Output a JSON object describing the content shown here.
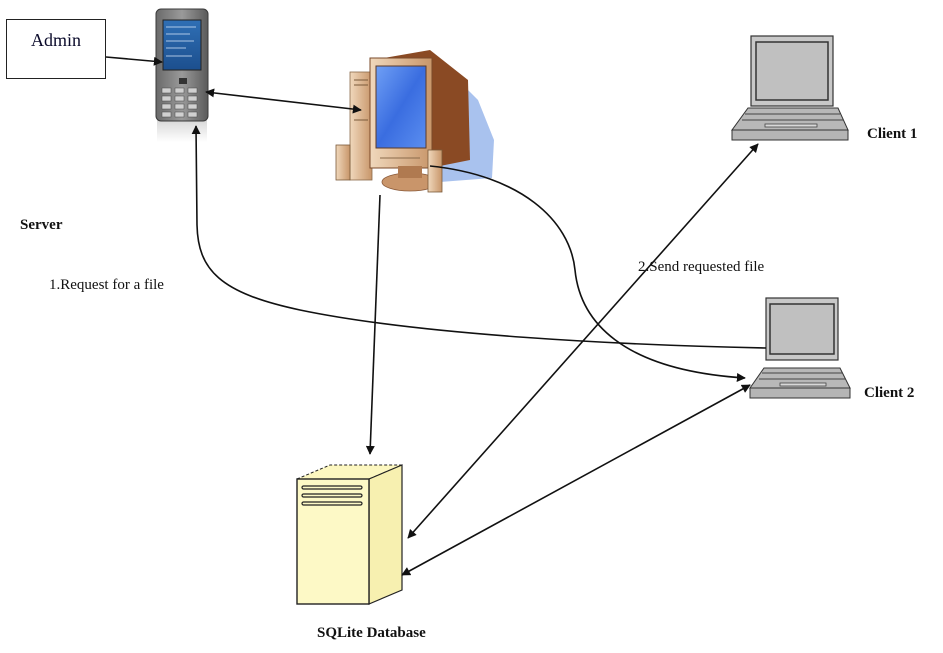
{
  "nodes": {
    "admin": {
      "label": "Admin"
    },
    "server": {
      "label": "Server",
      "device": "mobile-phone"
    },
    "pc": {
      "device": "desktop-computer"
    },
    "client1": {
      "label": "Client 1",
      "device": "laptop"
    },
    "client2": {
      "label": "Client 2",
      "device": "laptop"
    },
    "database": {
      "label": "SQLite Database",
      "device": "database-server-tower"
    }
  },
  "edges": [
    {
      "from": "admin",
      "to": "server",
      "label": ""
    },
    {
      "from": "server",
      "to": "pc",
      "label": "",
      "bidirectional": true
    },
    {
      "from": "client2",
      "to": "server",
      "label": "1.Request for a file"
    },
    {
      "from": "pc",
      "to": "client2",
      "label": ""
    },
    {
      "from": "pc",
      "to": "database",
      "label": ""
    },
    {
      "from": "database",
      "to": "client1",
      "label": "2.Send requested file",
      "bidirectional": true
    },
    {
      "from": "database",
      "to": "client2",
      "label": "",
      "bidirectional": true
    }
  ],
  "labels": {
    "request": "1.Request for a file",
    "send": "2.Send requested file"
  },
  "colors": {
    "line": "#111111",
    "screen_blue": "#4a7ee8",
    "pc_beige": "#d9b48f",
    "pc_shadow": "#9db8e8",
    "laptop_gray": "#c4c4c4",
    "db_yellow": "#fcf7c0"
  }
}
